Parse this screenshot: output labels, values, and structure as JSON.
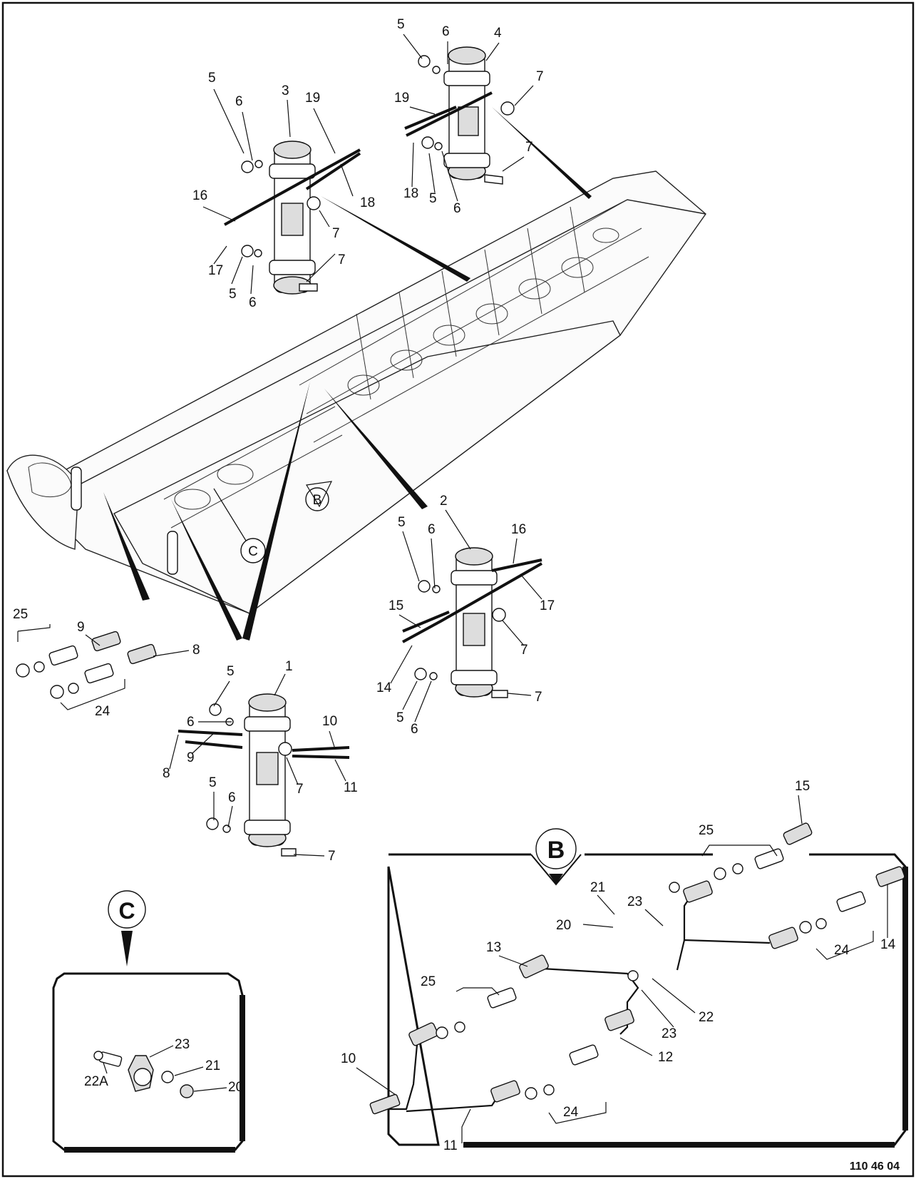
{
  "figure_number": "110 46 04",
  "views": {
    "b": {
      "letter": "B"
    },
    "c": {
      "letter": "C"
    }
  },
  "callouts": {
    "n1": "1",
    "n2": "2",
    "n3": "3",
    "n4": "4",
    "n5": "5",
    "n6": "6",
    "n7": "7",
    "n8": "8",
    "n9": "9",
    "n10": "10",
    "n11": "11",
    "n12": "12",
    "n13": "13",
    "n14": "14",
    "n15": "15",
    "n16": "16",
    "n17": "17",
    "n18": "18",
    "n19": "19",
    "n20": "20",
    "n21": "21",
    "n22": "22",
    "n22a": "22A",
    "n23": "23",
    "n24": "24",
    "n25": "25"
  }
}
